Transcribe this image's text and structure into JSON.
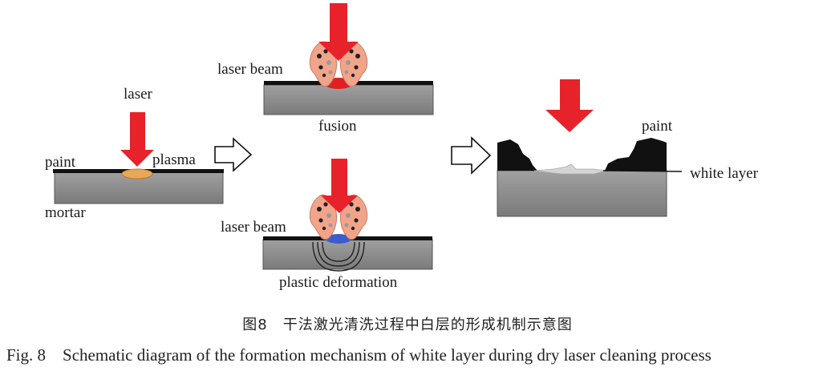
{
  "labels": {
    "laser": "laser",
    "paint_left": "paint",
    "plasma": "plasma",
    "mortar": "mortar",
    "laser_beam_top": "laser beam",
    "fusion": "fusion",
    "laser_beam_bottom": "laser beam",
    "plastic_deformation": "plastic deformation",
    "paint_right": "paint",
    "white_layer": "white layer"
  },
  "caption": {
    "cn": "图8　干法激光清洗过程中白层的形成机制示意图",
    "en": "Fig. 8　Schematic diagram of the formation mechanism of white layer during dry laser cleaning process"
  },
  "colors": {
    "laser_arrow": "#e8222a",
    "substrate": "#8a8a8a",
    "paint_layer": "#111111",
    "plasma": "#e8a85a",
    "fusion_zone": "#e02020",
    "deformation_zone": "#3a5ccc",
    "plume": "#f2a48a",
    "white_layer": "#d4d4d4"
  }
}
